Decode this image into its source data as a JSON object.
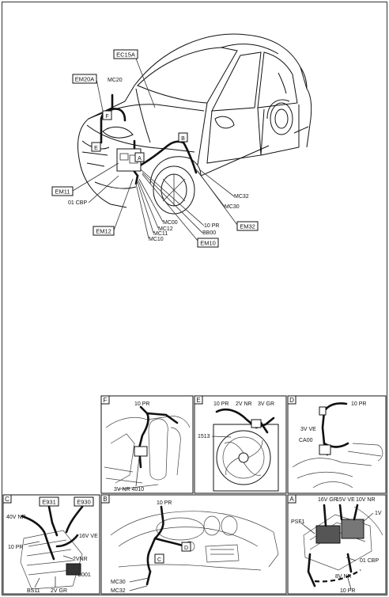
{
  "car_view": {
    "connector_tags": [
      "EC15A",
      "EM20A",
      "EM11",
      "EM12",
      "EM10",
      "EM32"
    ],
    "zone_letters": [
      "A",
      "B",
      "E",
      "F"
    ],
    "wire_labels": [
      "MC20",
      "01 CBP",
      "MC32",
      "MC30",
      "10 PR",
      "BB00",
      "MC00",
      "MC12",
      "MC11",
      "MC10"
    ]
  },
  "panels": {
    "F": {
      "letter": "F",
      "labels": [
        "10 PR",
        "3V NR 4010"
      ]
    },
    "E": {
      "letter": "E",
      "labels": [
        "10 PR",
        "2V NR",
        "3V GR",
        "1513"
      ]
    },
    "D": {
      "letter": "D",
      "labels": [
        "10 PR",
        "3V VE",
        "CA00"
      ]
    },
    "C": {
      "letter": "C",
      "tags": [
        "E931",
        "E930"
      ],
      "labels": [
        "40V NR",
        "10 PR",
        "16V VE",
        "2VNR",
        "C001",
        "BS11",
        "2V GR"
      ]
    },
    "B": {
      "letter": "B",
      "labels": [
        "10 PR",
        "MC30",
        "MC32"
      ],
      "markers": [
        "C",
        "D"
      ]
    },
    "A": {
      "letter": "A",
      "labels": [
        "16V GR",
        "15V VE",
        "10V NR",
        "1V",
        "PSF1",
        "8V NR",
        "01 CBP",
        "10 PR"
      ]
    }
  }
}
